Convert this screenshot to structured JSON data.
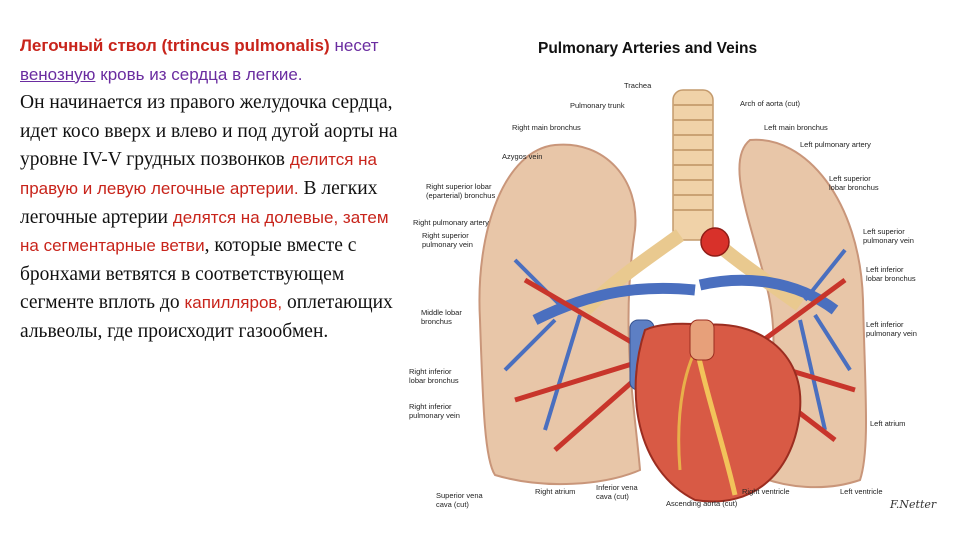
{
  "text": {
    "heading": "Легочный ствол (trtincus pulmonalis)",
    "carries": "несет",
    "venous_link": "венозную",
    "blood_tail": "кровь из сердца в легкие.",
    "p2_a": "Он начинается из правого желудочка сердца, идет косо вверх и влево и под дугой аорты на уровне IV-V грудных позвонков",
    "p2_b": "делится на правую и левую легочные артерии.",
    "p2_c": "В легких легочные артерии",
    "p2_d": "делятся на долевые, затем на сегментарные ветви",
    "p2_e": ", которые вместе с бронхами ветвятся в соответствующем сегменте вплоть до",
    "p2_f": "капилляров,",
    "p2_g": "оплетающих альвеолы, где происходит газообмен."
  },
  "figure": {
    "title": "Pulmonary Arteries and Veins",
    "labels": {
      "trachea": "Trachea",
      "pulmonary_trunk": "Pulmonary trunk",
      "arch_of_aorta": "Arch of aorta (cut)",
      "right_main_bronchus": "Right main bronchus",
      "left_main_bronchus": "Left main bronchus",
      "azygos_vein": "Azygos vein",
      "left_pulmonary_artery": "Left pulmonary artery",
      "right_superior_lobar_bronchus": "Right superior lobar\n(eparterial) bronchus",
      "left_superior_lobar_bronchus": "Left superior\nlobar bronchus",
      "right_pulmonary_artery": "Right pulmonary artery",
      "right_superior_pulmonary_vein": "Right superior\npulmonary vein",
      "left_superior_pulmonary_vein": "Left superior\npulmonary vein",
      "left_inferior_lobar_bronchus": "Left inferior\nlobar bronchus",
      "middle_lobar_bronchus": "Middle lobar\nbronchus",
      "left_inferior_pulmonary_vein": "Left inferior\npulmonary vein",
      "right_inferior_lobar_bronchus": "Right inferior\nlobar bronchus",
      "right_inferior_pulmonary_vein": "Right inferior\npulmonary vein",
      "left_atrium": "Left atrium",
      "superior_vena_cava": "Superior vena\ncava (cut)",
      "right_atrium": "Right atrium",
      "inferior_vena_cava": "Inferior vena\ncava (cut)",
      "ascending_aorta": "Ascending aorta (cut)",
      "right_ventricle": "Right ventricle",
      "left_ventricle": "Left ventricle"
    },
    "signature": "F.Netter"
  }
}
